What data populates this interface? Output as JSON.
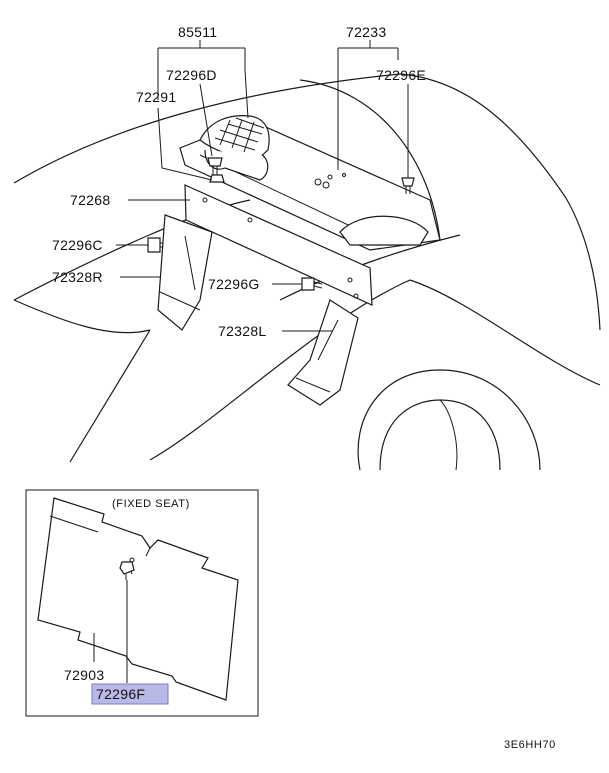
{
  "diagram": {
    "part_labels": {
      "p85511": "85511",
      "p72233": "72233",
      "p72296D": "72296D",
      "p72296E": "72296E",
      "p72291": "72291",
      "p72268": "72268",
      "p72296C": "72296C",
      "p72328R": "72328R",
      "p72296G": "72296G",
      "p72328L": "72328L",
      "p72903": "72903",
      "p72296F": "72296F"
    },
    "inset_caption": "(FIXED SEAT)",
    "figure_code": "3E6HH70",
    "highlight_color": "#b9b9e8"
  }
}
